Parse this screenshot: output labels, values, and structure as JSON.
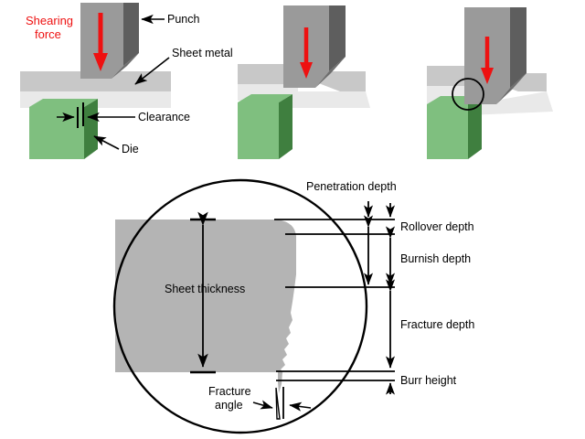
{
  "figure": {
    "title_text": "",
    "colors": {
      "punch_front": "#9a9a9a",
      "punch_side": "#5e5e5e",
      "punch_bevel": "#7d7d7d",
      "sheet_top": "#c8c8c8",
      "sheet_bottom": "#e9e9e9",
      "die_front": "#7fbf7f",
      "die_side": "#3f7f3f",
      "arrow_red": "#ee1111",
      "detail_fill": "#b4b4b4",
      "line_black": "#000000",
      "background": "#ffffff"
    }
  },
  "panels": [
    {
      "id": "panel-1",
      "stage": "punch-contacting-sheet",
      "labels": {
        "shearing_force": "Shearing\nforce",
        "shearing_force_line1": "Shearing",
        "shearing_force_line2": "force",
        "punch": "Punch",
        "sheet_metal": "Sheet metal",
        "clearance": "Clearance",
        "die": "Die"
      }
    },
    {
      "id": "panel-2",
      "stage": "punch-penetrating-sheet",
      "labels": {}
    },
    {
      "id": "panel-3",
      "stage": "punch-fully-sheared",
      "labels": {}
    }
  ],
  "detail_view": {
    "callout_shape": "circle",
    "section_label": "Sheet thickness",
    "fracture_angle_label_line1": "Fracture",
    "fracture_angle_label_line2": "angle",
    "dimension_labels": [
      "Penetration depth",
      "Rollover depth",
      "Burnish depth",
      "Fracture depth",
      "Burr height"
    ],
    "zones": [
      {
        "name": "rollover",
        "label": "Rollover depth"
      },
      {
        "name": "burnish",
        "label": "Burnish depth"
      },
      {
        "name": "fracture",
        "label": "Fracture depth"
      },
      {
        "name": "burr",
        "label": "Burr height"
      },
      {
        "name": "penetration",
        "label": "Penetration depth"
      }
    ]
  }
}
